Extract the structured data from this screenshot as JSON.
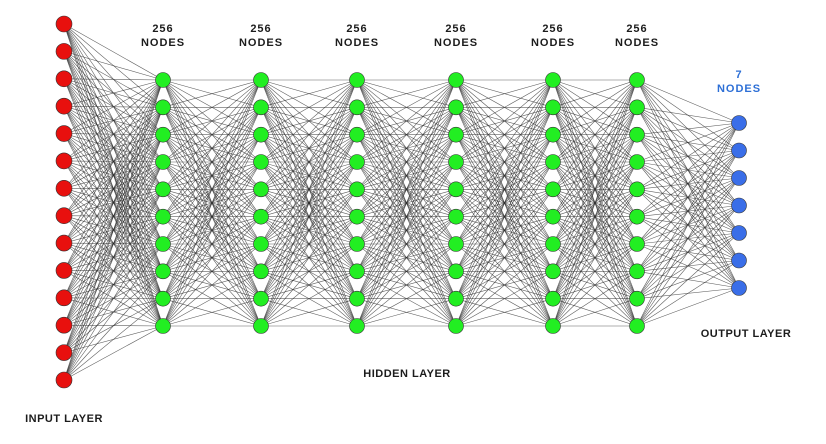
{
  "colors": {
    "input_node": "#e8100e",
    "hidden_node": "#22ee22",
    "output_node": "#3a6ee8",
    "output_label": "#2d6fd6",
    "text": "#1c1c1c",
    "edge": "#2a2a2a"
  },
  "layers": [
    {
      "role": "input",
      "drawn_nodes": 14,
      "count_label": ""
    },
    {
      "role": "hidden",
      "drawn_nodes": 10,
      "count_label": "256"
    },
    {
      "role": "hidden",
      "drawn_nodes": 10,
      "count_label": "256"
    },
    {
      "role": "hidden",
      "drawn_nodes": 10,
      "count_label": "256"
    },
    {
      "role": "hidden",
      "drawn_nodes": 10,
      "count_label": "256"
    },
    {
      "role": "hidden",
      "drawn_nodes": 10,
      "count_label": "256"
    },
    {
      "role": "hidden",
      "drawn_nodes": 10,
      "count_label": "256"
    },
    {
      "role": "output",
      "drawn_nodes": 7,
      "count_label": "7"
    }
  ],
  "node_word": "NODES",
  "labels": {
    "input_layer": "INPUT LAYER",
    "hidden_layer": "HIDDEN LAYER",
    "output_layer": "OUTPUT LAYER"
  }
}
